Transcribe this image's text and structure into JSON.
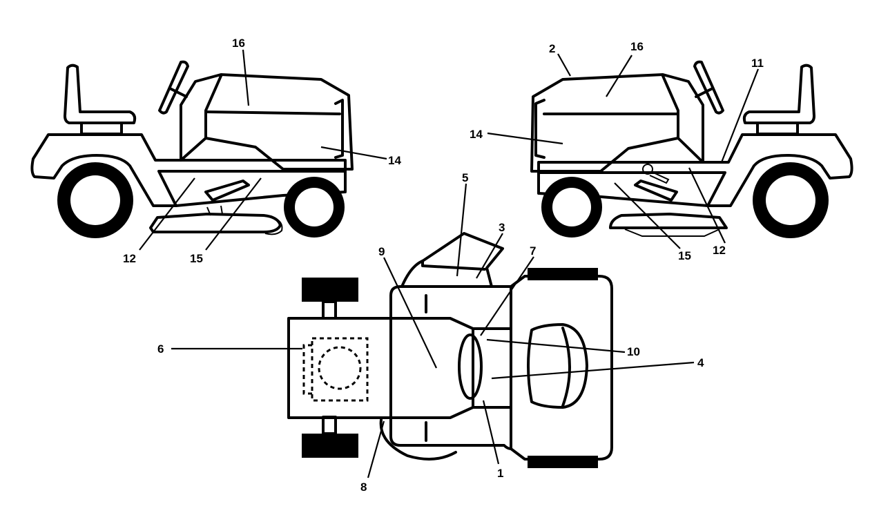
{
  "callouts": {
    "c1": "1",
    "c2": "2",
    "c3": "3",
    "c4": "4",
    "c5": "5",
    "c6": "6",
    "c7": "7",
    "c8": "8",
    "c9": "9",
    "c10": "10",
    "c11": "11",
    "c12": "12",
    "c14": "14",
    "c15": "15",
    "c16": "16"
  }
}
